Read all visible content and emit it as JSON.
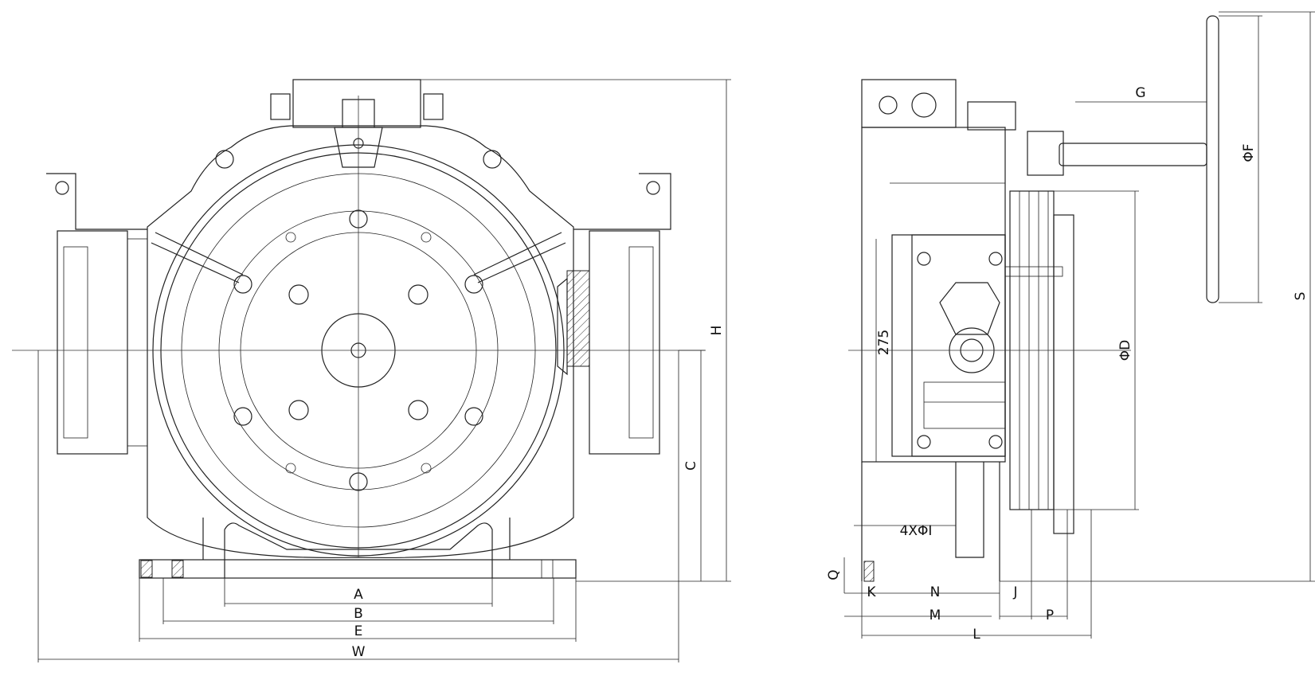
{
  "front_view": {
    "dims": {
      "A": "A",
      "B": "B",
      "E": "E",
      "W": "W",
      "H": "H",
      "C": "C"
    }
  },
  "side_view": {
    "dims": {
      "G": "G",
      "phiF": "ΦF",
      "S": "S",
      "phiD": "ΦD",
      "d275": "275",
      "holes": "4XΦI",
      "Q": "Q",
      "K": "K",
      "N": "N",
      "J": "J",
      "M": "M",
      "P": "P",
      "L": "L"
    }
  }
}
